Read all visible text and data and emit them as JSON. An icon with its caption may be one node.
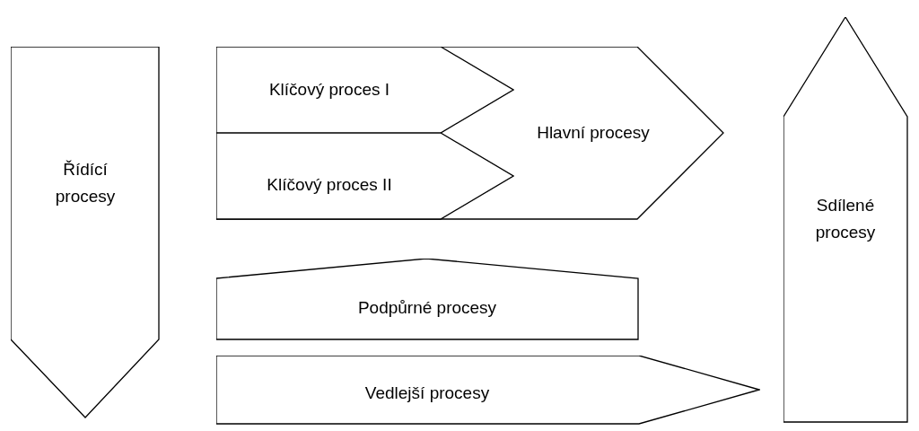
{
  "diagram": {
    "nodes": [
      {
        "text": [
          "Řídící procesy"
        ]
      },
      {
        "text": [
          "Hlavní procesy"
        ]
      },
      {
        "text": [
          "Klíčový proces I"
        ],
        "in": 1
      },
      {
        "text": [
          "Klíčový proces II"
        ],
        "in": 1
      },
      {
        "text": [
          "Podpůrné procesy"
        ]
      },
      {
        "text": [
          "Vedlejší procesy"
        ]
      },
      {
        "text": [
          "Sdílené procesy"
        ]
      }
    ]
  }
}
